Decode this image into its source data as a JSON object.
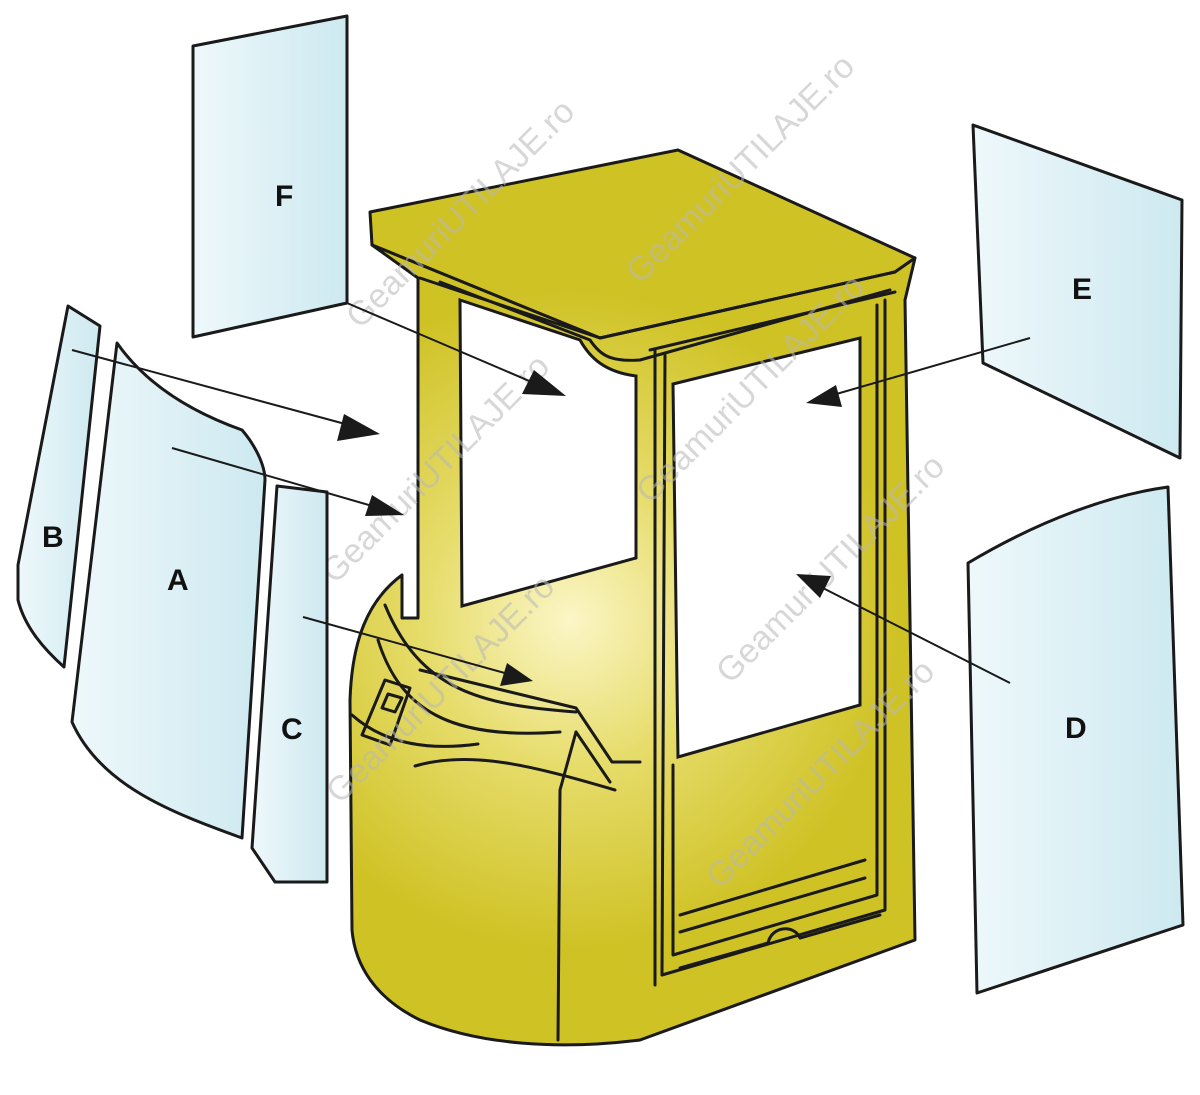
{
  "colors": {
    "cab_fill": "#cfc225",
    "cab_glow": "#fbf6c6",
    "glass_light": "#eef8fb",
    "glass_dark": "#cde9f0",
    "outline": "#1a1a1a"
  },
  "panels": [
    {
      "id": "F",
      "label": "F"
    },
    {
      "id": "E",
      "label": "E"
    },
    {
      "id": "B",
      "label": "B"
    },
    {
      "id": "A",
      "label": "A"
    },
    {
      "id": "C",
      "label": "C"
    },
    {
      "id": "D",
      "label": "D"
    }
  ],
  "watermark": "GeamuriUTILAJE.ro"
}
